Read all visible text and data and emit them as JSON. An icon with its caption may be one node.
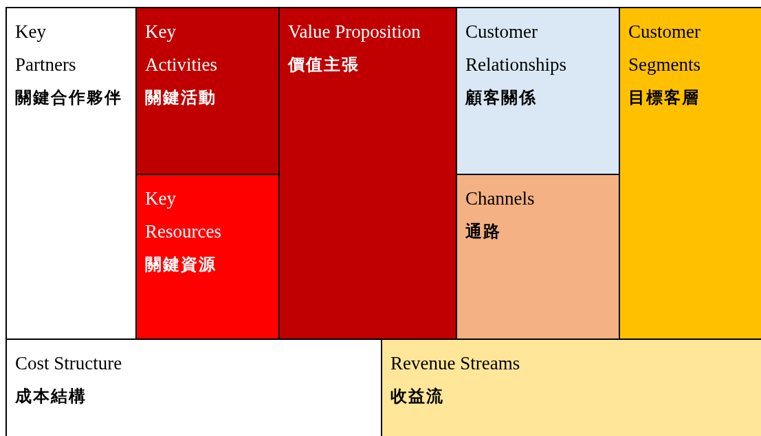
{
  "diagram": {
    "nodes": [
      {
        "text": [
          "Key Partners",
          "關鍵合作夥伴"
        ]
      },
      {
        "text": [
          "Key Activities",
          "關鍵活動"
        ]
      },
      {
        "text": [
          "Key Resources",
          "關鍵資源"
        ]
      },
      {
        "text": [
          "Value Proposition",
          "價值主張"
        ]
      },
      {
        "text": [
          "Customer Relationships",
          "顧客關係"
        ]
      },
      {
        "text": [
          "Channels",
          "通路"
        ]
      },
      {
        "text": [
          "Customer Segments",
          "目標客層"
        ]
      },
      {
        "text": [
          "Cost Structure",
          "成本結構"
        ]
      },
      {
        "text": [
          "Revenue Streams",
          "收益流"
        ]
      }
    ]
  }
}
